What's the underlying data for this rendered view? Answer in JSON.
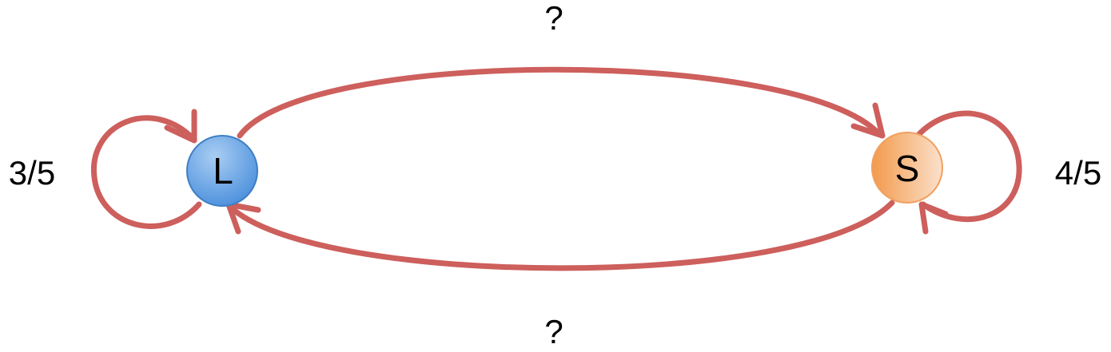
{
  "nodes": {
    "L": {
      "label": "L",
      "color": "#5b9bd5"
    },
    "S": {
      "label": "S",
      "color": "#f4a460"
    }
  },
  "edges": {
    "self_L": {
      "label": "3/5"
    },
    "self_S": {
      "label": "4/5"
    },
    "L_to_S": {
      "label": "?"
    },
    "S_to_L": {
      "label": "?"
    }
  },
  "colors": {
    "edge": "#cd5f5c",
    "node_L_fill": "#5b9bd5",
    "node_S_fill": "#f4a460"
  }
}
